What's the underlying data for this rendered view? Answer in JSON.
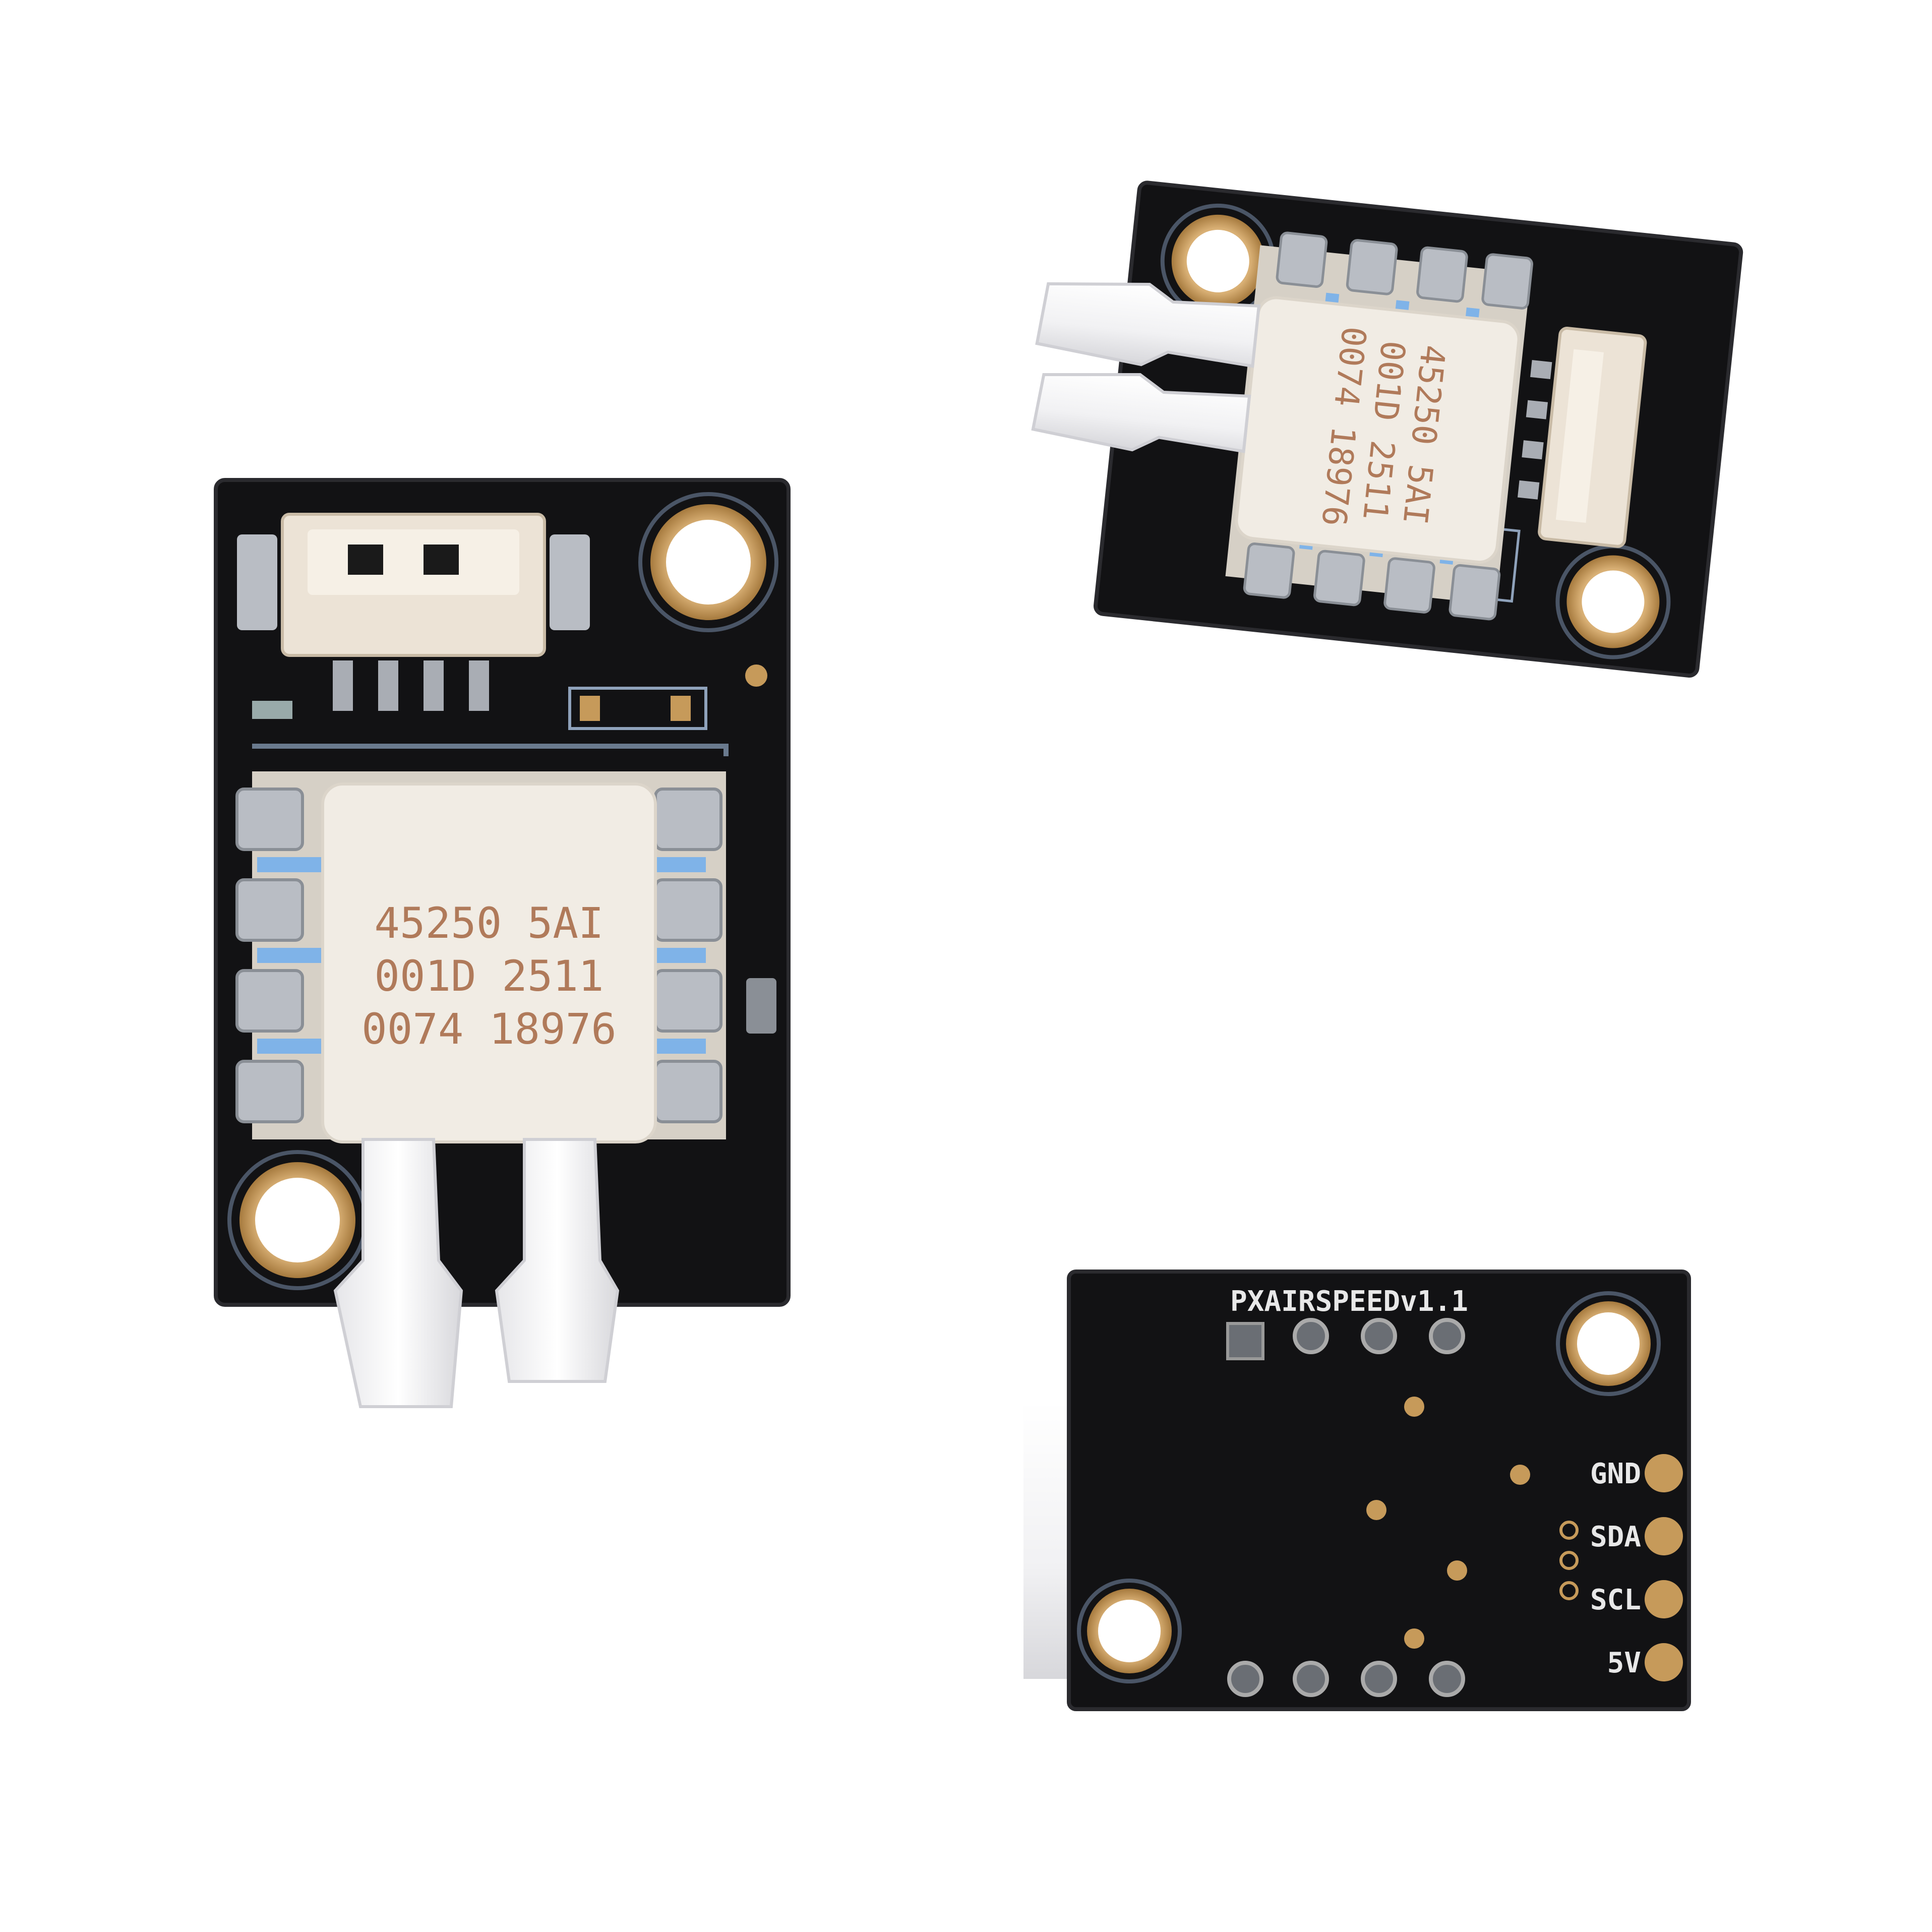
{
  "colors": {
    "background": "#ffffff",
    "pcb": "#121214",
    "pcb_edge": "#2a2a2e",
    "gold": "#c69a5a",
    "chip_body": "#f1ece4",
    "chip_text": "#b07a5a",
    "connector": "#ece3d6",
    "pad_silver": "#b9bdc4",
    "blue_strip": "#7fb3e8",
    "silkscreen": "#e8e8e8"
  },
  "front_module": {
    "chip_marking": {
      "line1": "45250  5AI",
      "line2": "001D  2511",
      "line3": "0074  18976"
    }
  },
  "angled_module": {
    "chip_marking": {
      "line1": "45250  5AI",
      "line2": "001D  2511",
      "line3": "0074  18976"
    }
  },
  "back_module": {
    "board_label": "PXAIRSPEEDv1.1",
    "pins": [
      {
        "label": "GND"
      },
      {
        "label": "SDA"
      },
      {
        "label": "SCL"
      },
      {
        "label": "5V"
      }
    ]
  }
}
